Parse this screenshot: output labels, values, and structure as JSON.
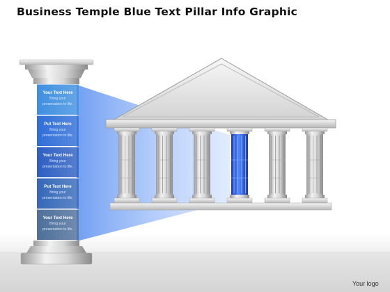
{
  "title": "Business Temple Blue Text Pillar Info Graphic",
  "panels": [
    {
      "heading": "Your Text Here",
      "body": "Bring your\npresentation to life.",
      "color": "#3f8fe0"
    },
    {
      "heading": "Put Text Here",
      "body": "Bring your\npresentation to life.",
      "color": "#2f6ed8"
    },
    {
      "heading": "Your Text Here",
      "body": "Bring your\npresentation to life.",
      "color": "#2d5fc2"
    },
    {
      "heading": "Put Text Here",
      "body": "Bring your\npresentation to life.",
      "color": "#3568b8"
    },
    {
      "heading": "Your Text Here",
      "body": "Bring your\npresentation to life.",
      "color": "#4d6f9a"
    }
  ],
  "temple": {
    "column_count": 6,
    "highlighted_column": 4,
    "highlight_color": "#2f5fe8"
  },
  "logo": "Your logo"
}
